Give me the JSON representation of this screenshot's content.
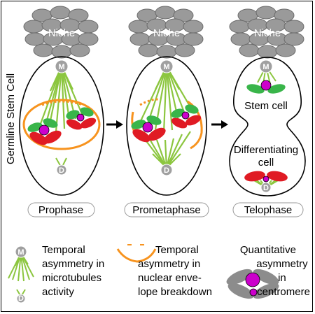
{
  "side_label": "Germline Stem Cell",
  "niche_label": "Niche",
  "mother_letter": "M",
  "daughter_letter": "D",
  "stages": [
    {
      "label": "Prophase"
    },
    {
      "label": "Prometaphase"
    },
    {
      "label": "Telophase"
    }
  ],
  "telophase_cells": {
    "stem": "Stem cell",
    "diff_line1": "Differentiating",
    "diff_line2": "cell"
  },
  "legend": [
    {
      "icon": "microtubule-asymmetry-icon",
      "lines": [
        "Temporal",
        "asymmetry in",
        "microtubules",
        "activity"
      ]
    },
    {
      "icon": "nuclear-envelope-icon",
      "lines": [
        "Temporal",
        "asymmetry in",
        "nuclear enve-",
        "lope breakdown"
      ]
    },
    {
      "icon": "centromere-asymmetry-icon",
      "lines": [
        "Quantitative",
        "asymmetry",
        "in",
        "centromere"
      ]
    }
  ],
  "colors": {
    "niche": "#9a9a9a",
    "niche_stroke": "#6e6e6e",
    "microtubule": "#8cc63f",
    "envelope": "#f7931e",
    "chromatid_red": "#e01b24",
    "chromatid_green": "#39b54a",
    "centromere": "#cc00cc",
    "centrosome": "#a0a0a0"
  }
}
